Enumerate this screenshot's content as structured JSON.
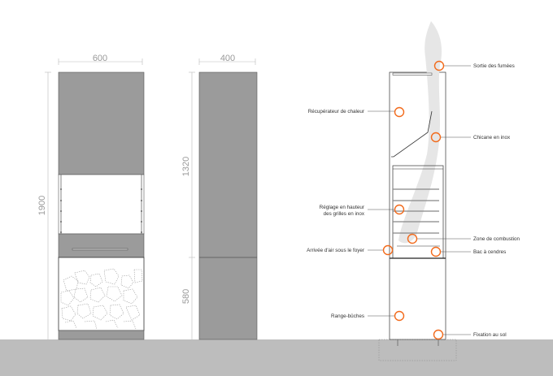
{
  "dimensions": {
    "width_front": "600",
    "width_side": "400",
    "height_total": "1900",
    "height_upper": "1320",
    "height_lower": "580"
  },
  "colors": {
    "panel": "#9b9b9b",
    "ground": "#bdbdbd",
    "accent": "#f26a1b",
    "smoke": "#e6e6e6"
  },
  "callouts_left": [
    {
      "label": "Récupérateur de chaleur"
    },
    {
      "label": "Réglage en hauteur",
      "label2": "des grilles en inox"
    },
    {
      "label": "Arrivée d'air sous le foyer"
    },
    {
      "label": "Range-bûches"
    }
  ],
  "callouts_right": [
    {
      "label": "Sortie des fumées"
    },
    {
      "label": "Chicane en inox"
    },
    {
      "label": "Zone de combustion"
    },
    {
      "label": "Bac à cendres"
    },
    {
      "label": "Fixation au sol"
    }
  ]
}
